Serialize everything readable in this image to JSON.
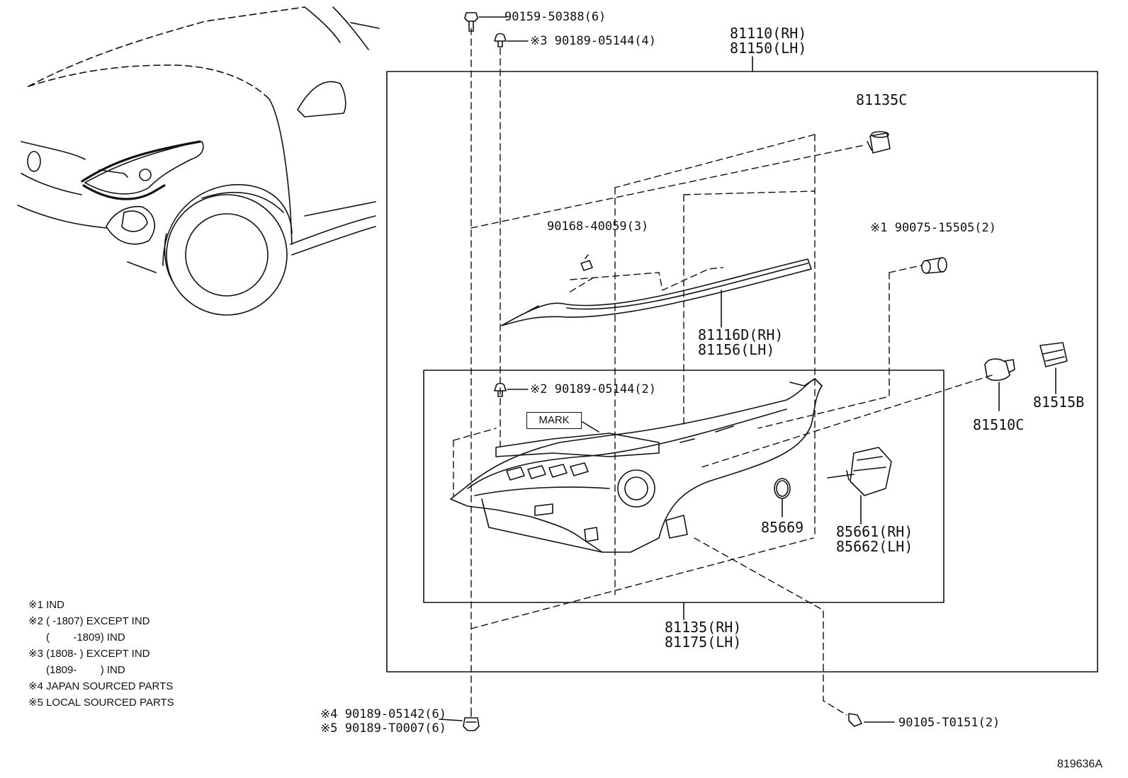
{
  "callouts": {
    "bolt_top": "90159-50388(6)",
    "screw_note3": "※3 90189-05144(4)",
    "assembly_rh": "81110(RH)",
    "assembly_lh": "81150(LH)",
    "socket_top": "81135C",
    "screw_40059": "90168-40059(3)",
    "seal_note1": "※1 90075-15505(2)",
    "garnish_rh": "81116D(RH)",
    "garnish_lh": "81156(LH)",
    "screw_note2": "※2 90189-05144(2)",
    "mark": "MARK",
    "bulb_81510": "81510C",
    "socket_81515": "81515B",
    "ring_85669": "85669",
    "igniter_rh": "85661(RH)",
    "igniter_lh": "85662(LH)",
    "unit_rh": "81135(RH)",
    "unit_lh": "81175(LH)",
    "nut_note4": "※4 90189-05142(6)",
    "nut_note5": "※5 90189-T0007(6)",
    "screw_t0151": "90105-T0151(2)"
  },
  "footnotes": [
    "※1 IND",
    "※2 (        -1807) EXCEPT IND",
    "      (        -1809) IND",
    "※3 (1808-        ) EXCEPT IND",
    "      (1809-        ) IND",
    "※4 JAPAN SOURCED PARTS",
    "※5 LOCAL SOURCED PARTS"
  ],
  "diagram_code": "819636A"
}
